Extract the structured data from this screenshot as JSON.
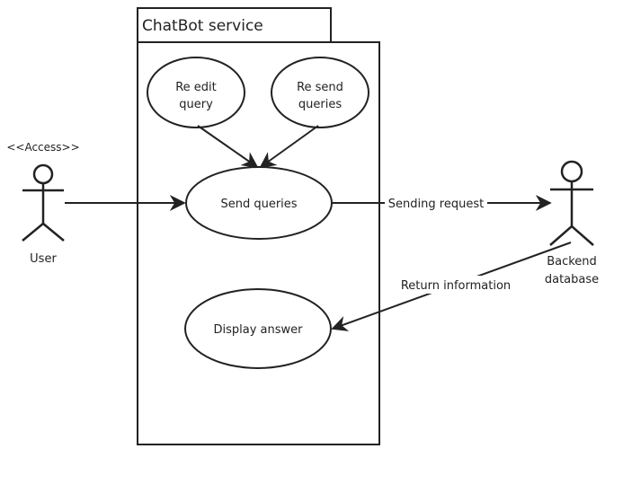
{
  "system": {
    "title": "ChatBot service"
  },
  "actors": {
    "user": {
      "label": "User",
      "stereotype": "<<Access>>"
    },
    "backend": {
      "label_line1": "Backend",
      "label_line2": "database"
    }
  },
  "use_cases": {
    "re_edit": {
      "line1": "Re edit",
      "line2": "query"
    },
    "re_send": {
      "line1": "Re send",
      "line2": "queries"
    },
    "send_queries": {
      "label": "Send queries"
    },
    "display_answer": {
      "label": "Display answer"
    }
  },
  "connectors": {
    "sending_request": "Sending request",
    "return_information": "Return information"
  },
  "colors": {
    "stroke": "#222222",
    "background": "#ffffff"
  }
}
